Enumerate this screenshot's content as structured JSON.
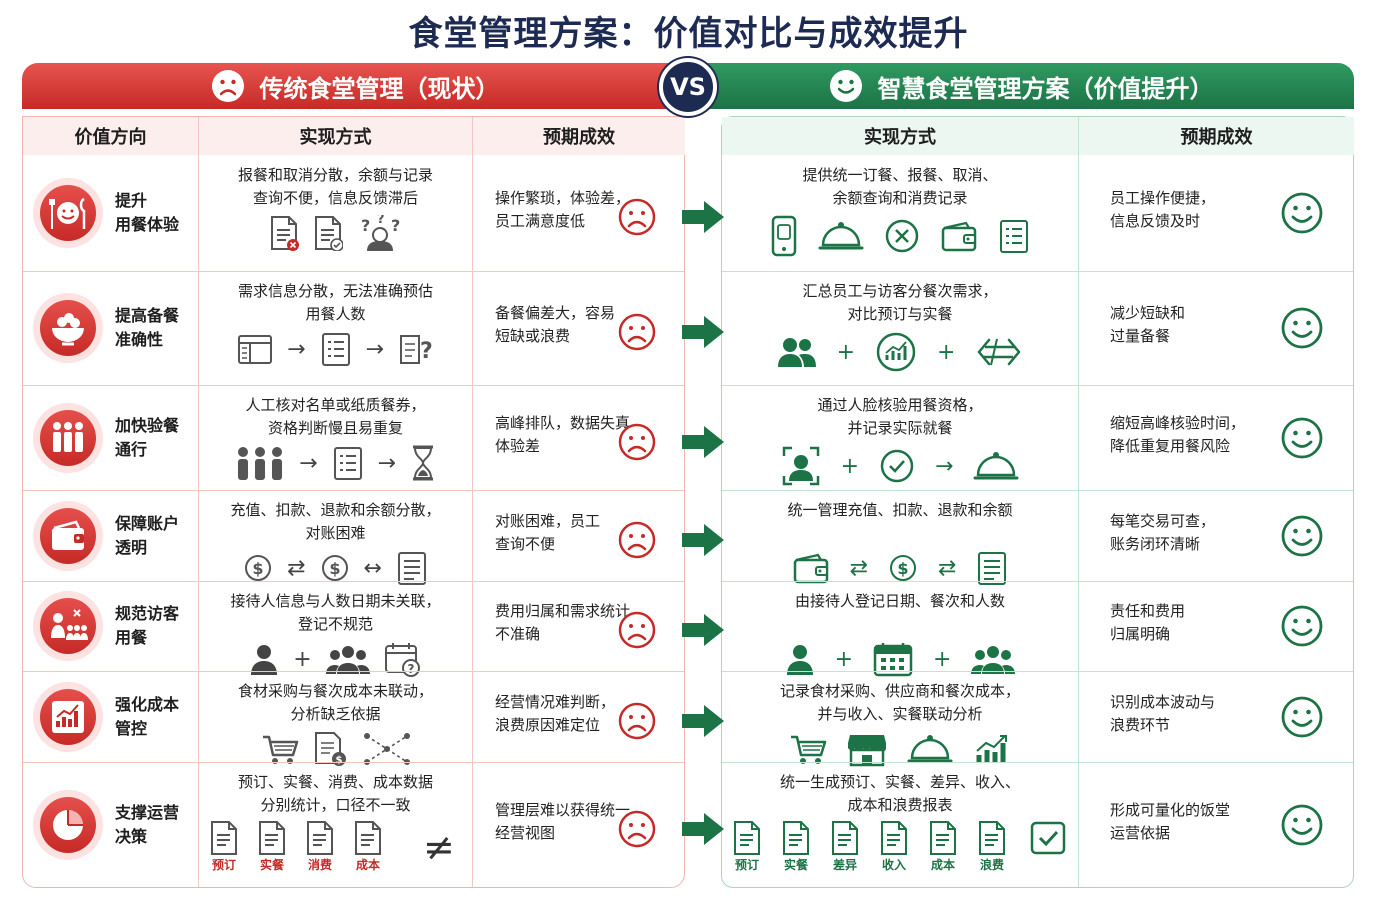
{
  "title": "食堂管理方案：价值对比与成效提升",
  "vs": "VS",
  "left": {
    "banner": "传统食堂管理（现状）",
    "headers": [
      "价值方向",
      "实现方式",
      "预期成效"
    ],
    "tags": [
      "预订",
      "实餐",
      "消费",
      "成本"
    ]
  },
  "right": {
    "banner": "智慧食堂管理方案（价值提升）",
    "headers": [
      "实现方式",
      "预期成效"
    ],
    "tags": [
      "预订",
      "实餐",
      "差异",
      "收入",
      "成本",
      "浪费"
    ]
  },
  "rows": [
    {
      "dir": [
        "提升",
        "用餐体验"
      ],
      "old_method": [
        "报餐和取消分散，余额与记录",
        "查询不便，信息反馈滞后"
      ],
      "old_effect": [
        "操作繁琐，体验差，",
        "员工满意度低"
      ],
      "new_method": [
        "提供统一订餐、报餐、取消、",
        "余额查询和消费记录"
      ],
      "new_effect": [
        "员工操作便捷，",
        "信息反馈及时"
      ]
    },
    {
      "dir": [
        "提高备餐",
        "准确性"
      ],
      "old_method": [
        "需求信息分散，无法准确预估",
        "用餐人数"
      ],
      "old_effect": [
        "备餐偏差大，容易",
        "短缺或浪费"
      ],
      "new_method": [
        "汇总员工与访客分餐次需求，",
        "对比预订与实餐"
      ],
      "new_effect": [
        "减少短缺和",
        "过量备餐"
      ]
    },
    {
      "dir": [
        "加快验餐",
        "通行"
      ],
      "old_method": [
        "人工核对名单或纸质餐券，",
        "资格判断慢且易重复"
      ],
      "old_effect": [
        "高峰排队，数据失真，",
        "体验差"
      ],
      "new_method": [
        "通过人脸核验用餐资格，",
        "并记录实际就餐"
      ],
      "new_effect": [
        "缩短高峰核验时间，",
        "降低重复用餐风险"
      ]
    },
    {
      "dir": [
        "保障账户",
        "透明"
      ],
      "old_method": [
        "充值、扣款、退款和余额分散，",
        "对账困难"
      ],
      "old_effect": [
        "对账困难，员工",
        "查询不便"
      ],
      "new_method": [
        "统一管理充值、扣款、退款和余额"
      ],
      "new_effect": [
        "每笔交易可查，",
        "账务闭环清晰"
      ]
    },
    {
      "dir": [
        "规范访客",
        "用餐"
      ],
      "old_method": [
        "接待人信息与人数日期未关联，",
        "登记不规范"
      ],
      "old_effect": [
        "费用归属和需求统计",
        "不准确"
      ],
      "new_method": [
        "由接待人登记日期、餐次和人数"
      ],
      "new_effect": [
        "责任和费用",
        "归属明确"
      ]
    },
    {
      "dir": [
        "强化成本",
        "管控"
      ],
      "old_method": [
        "食材采购与餐次成本未联动，",
        "分析缺乏依据"
      ],
      "old_effect": [
        "经营情况难判断，",
        "浪费原因难定位"
      ],
      "new_method": [
        "记录食材采购、供应商和餐次成本，",
        "并与收入、实餐联动分析"
      ],
      "new_effect": [
        "识别成本波动与",
        "浪费环节"
      ]
    },
    {
      "dir": [
        "支撑运营",
        "决策"
      ],
      "old_method": [
        "预订、实餐、消费、成本数据",
        "分别统计，口径不一致"
      ],
      "old_effect": [
        "管理层难以获得统一",
        "经营视图"
      ],
      "new_method": [
        "统一生成预订、实餐、差异、收入、",
        "成本和浪费报表"
      ],
      "new_effect": [
        "形成可量化的饭堂",
        "运营依据"
      ]
    }
  ],
  "ops": {
    "plus": "+",
    "arrow": "→",
    "swap": "⇄",
    "lr": "↔",
    "neq": "≠",
    "q": "?"
  },
  "colors": {
    "red": "#c62a27",
    "green": "#1c7345",
    "navy": "#1d2b52"
  }
}
